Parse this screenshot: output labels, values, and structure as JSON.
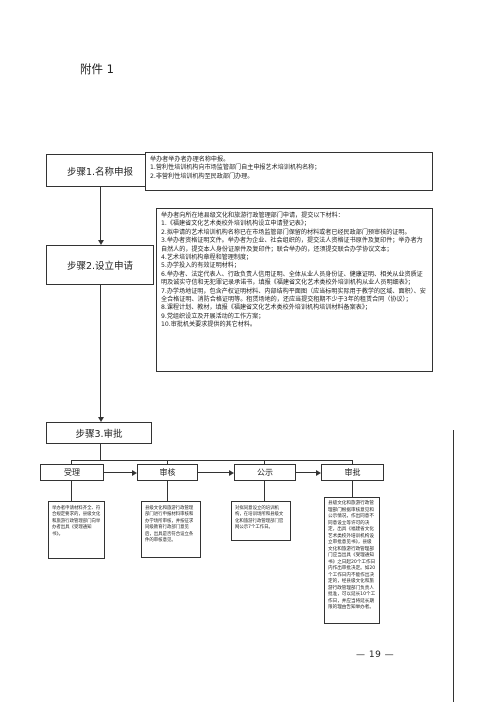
{
  "header": {
    "attachment_label": "附件 1"
  },
  "steps": [
    {
      "label": "步骤1.名称申报"
    },
    {
      "label": "步骤2.设立申请"
    },
    {
      "label": "步骤3.审批"
    }
  ],
  "step1_desc": [
    "举办者举办者办理名称申报。",
    "1.营利性培训机构向市场监管部门自主申报艺术培训机构名称；",
    "2.非营利性培训机构至民政部门办理。"
  ],
  "step2_desc": [
    "举办者向所在地县级文化和旅游行政管理部门申请，提交以下材料：",
    "1.《福建省文化艺术类校外培训机构设立申请登记表》；",
    "2.拟申请的艺术培训机构名称已在市场监管部门保留的材料或者已经民政部门预审核的证明。",
    "3.举办者资格证明文件。举办者为企业、社会组织的，提交法人资格证书原件及复印件；举办者为自然人的，提交本人身份证原件及复印件；联合举办的，还须提交联合办学协议文本；",
    "4.艺术培训机构章程和管理制度；",
    "5.办学投入的有效证明材料；",
    "6.举办者、法定代表人、行政负责人信用证明、全体从业人员身份证、健康证明、相关从业资质证明及诚实守信和无犯罪记录承诺书，填报《福建省文化艺术类校外培训机构从业人员明细表》；",
    "7.办学场地证明，包含产权证明材料、内部结构平面图（应当标明实际用于教学的区域、面积）、安全合格证明、消防合格证明等。租赁场地的，还应当提交租期不少于3年的租赁合同（协议）；",
    "8.课程计划、教材，填报《福建省文化艺术类校外培训机构培训材料备案表》；",
    "9.党组织设立及开展活动的工作方案；",
    "10.审批机关要求提供的其它材料。"
  ],
  "stages": [
    {
      "label": "受理",
      "desc": "举办者申请材料齐全、符合规定要求的，县级文化和旅游行政管理部门向举办者出具《受理通知书》。"
    },
    {
      "label": "审核",
      "desc": "县级文化和旅游行政管理部门进行申报材料审核和办学场所审核，并按征求同级教育行政部门意见后，出具是否符合设立条件的审核意见。"
    },
    {
      "label": "公示",
      "desc": "对拟同意设立的培训机构，在培训场所和县级文化和旅游行政管理部门官网公示7个工作日。"
    },
    {
      "label": "审批",
      "desc": "县级文化和旅游行政管理部门根据审核意见和公示情况，作出同意不同意设立等许可的决定，出具《福建省文化艺术类校外培训机构设立审批意见书》，县级文化和旅游行政管理部门应当出具《受理通知书》之日起20个工作日内作出审批决定。如20个工作日内不能作出决定的，经县级文化和旅游行政管理部门负责人批准，可以延长10个工作日，并应当将延长期限的理由告知举办者。"
    }
  ],
  "footer": {
    "page_number": "— 19 —"
  }
}
